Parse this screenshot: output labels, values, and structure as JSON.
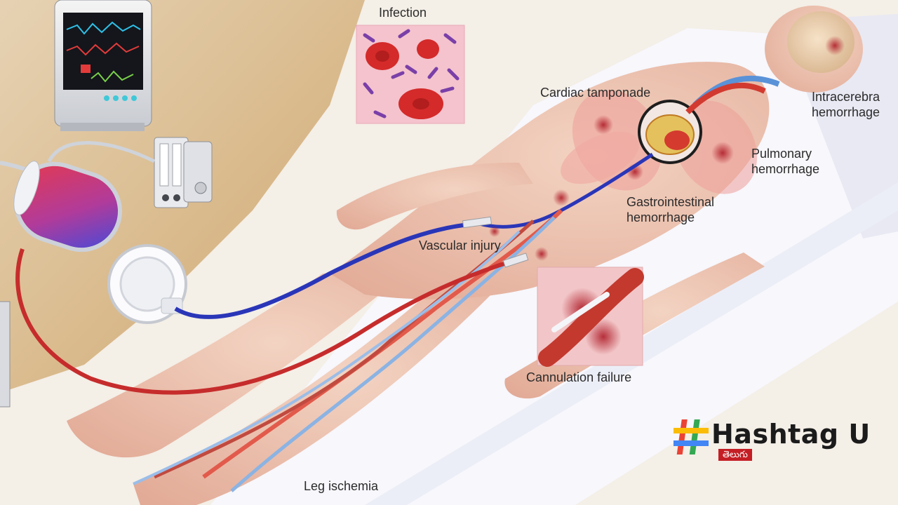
{
  "labels": {
    "infection": "Infection",
    "cardiac_tamponade": "Cardiac tamponade",
    "intracerebral_line1": "Intracerebra",
    "intracerebral_line2": "hemorrhage",
    "pulmonary_line1": "Pulmonary",
    "pulmonary_line2": "hemorrhage",
    "gastro_line1": "Gastrointestinal",
    "gastro_line2": "hemorrhage",
    "vascular_injury": "Vascular injury",
    "cannulation_failure": "Cannulation failure",
    "leg_ischemia": "Leg ischemia"
  },
  "logo": {
    "name": "Hashtag U",
    "subtitle": "తెలుగు",
    "colors": [
      "#ea4335",
      "#fbbc05",
      "#34a853",
      "#4285f4"
    ]
  },
  "colors": {
    "arterial": "#c62c2c",
    "venous": "#2a36b8",
    "skin": "#ecc2b0",
    "sheet": "#f5f5fb",
    "floor": "#d9b98e"
  }
}
